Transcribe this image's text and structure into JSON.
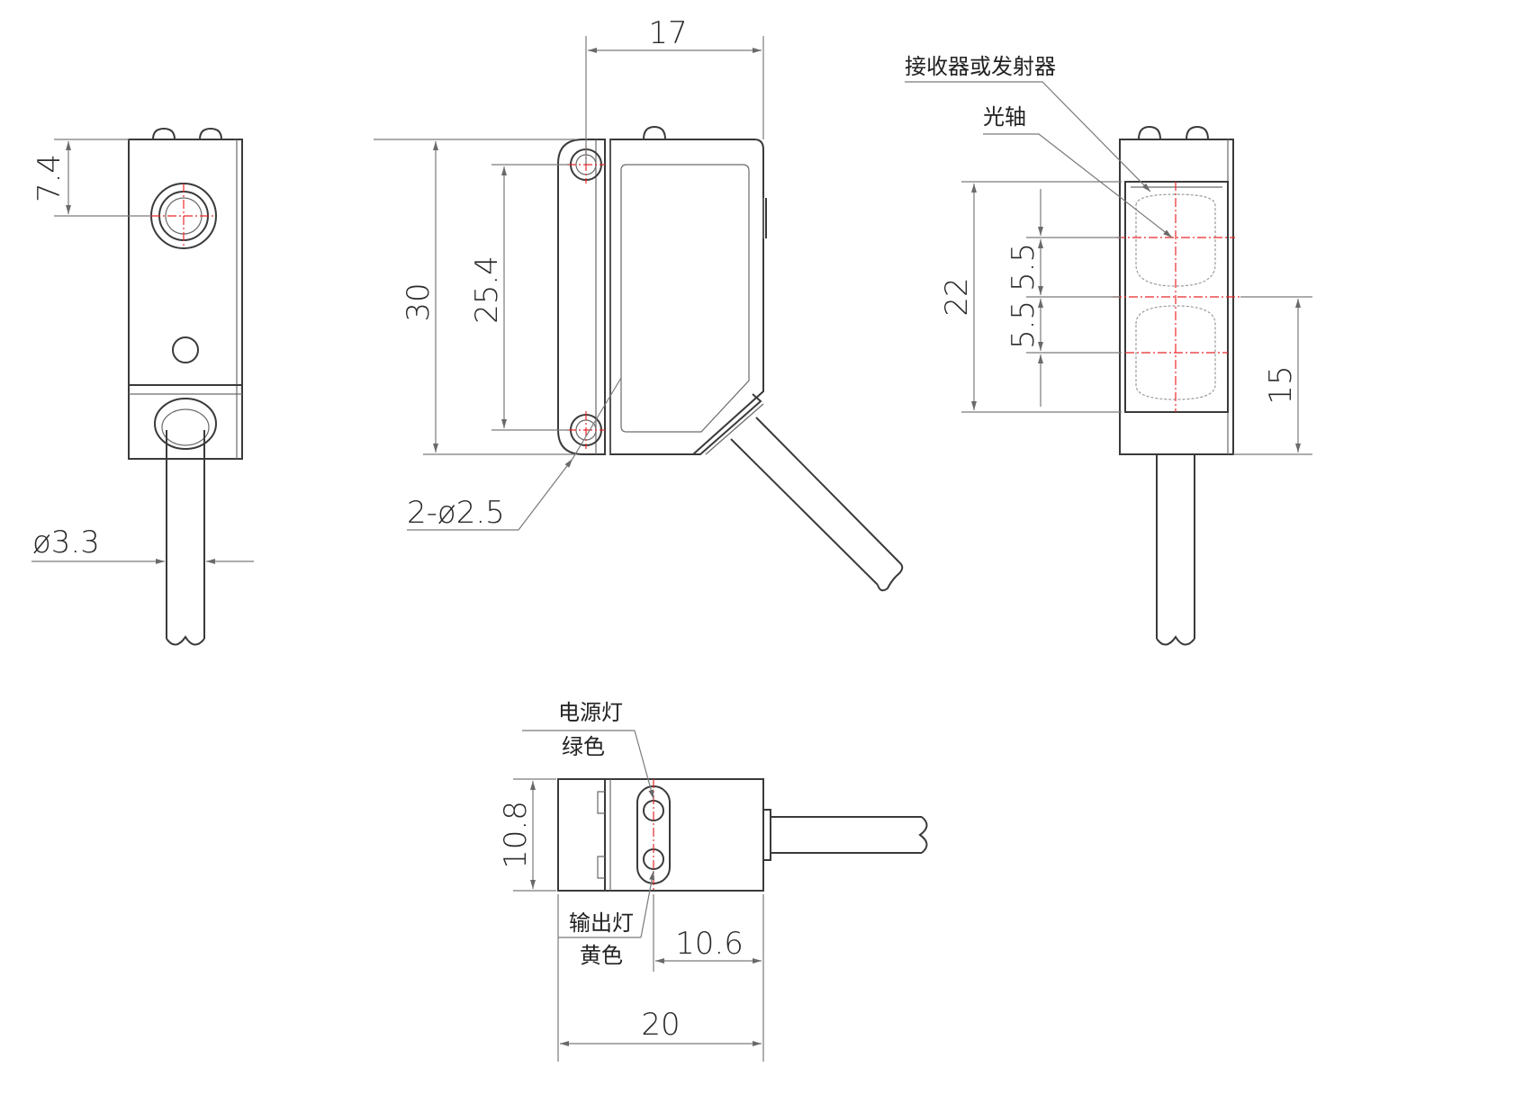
{
  "dimensions": {
    "top_offset": "7.4",
    "cable_diameter": "ø3.3",
    "depth": "17",
    "height": "30",
    "hole_pitch": "25.4",
    "holes": "2-ø2.5",
    "window_height": "22",
    "axis_offset_upper": "5.5",
    "axis_offset_lower": "5.5",
    "axis_from_bottom": "15",
    "thickness": "10.8",
    "led_position": "10.6",
    "width": "20"
  },
  "labels": {
    "emitter_receiver": "接收器或发射器",
    "optical_axis": "光轴",
    "power_led": "电源灯",
    "power_led_color": "绿色",
    "output_led": "输出灯",
    "output_led_color": "黄色"
  },
  "colors": {
    "outline": "#3a3a3a",
    "dimension": "#7a7a7a",
    "centerline": "#e8282a"
  }
}
